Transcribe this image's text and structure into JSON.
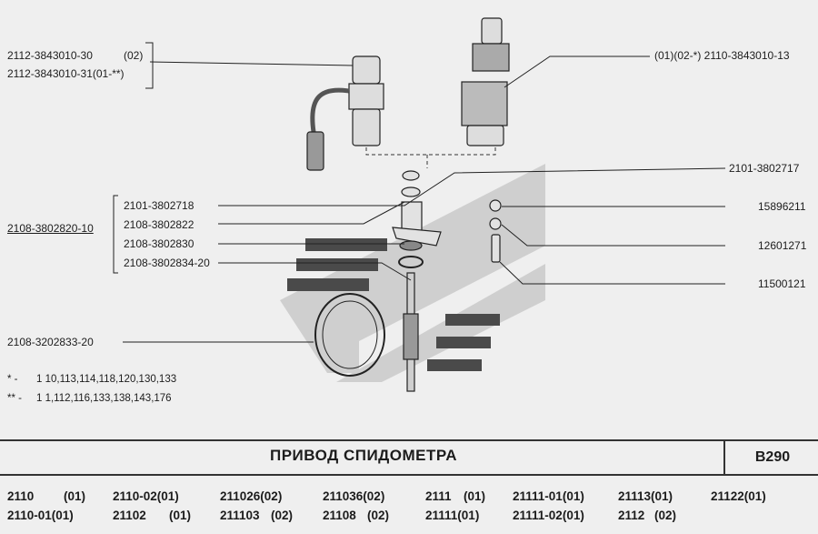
{
  "parts": {
    "sensor_a": "2112-3843010-30",
    "sensor_a_note": "(02)",
    "sensor_b": "2112-3843010-31(01-**)",
    "sensor_c": "(01)(02-*) 2110-3843010-13",
    "group_code": "2108-3802820-10",
    "p1": "2101-3802718",
    "p2": "2108-3802822",
    "p3": "2108-3802830",
    "p4": "2108-3802834-20",
    "cable": "2108-3202833-20",
    "r1": "2101-3802717",
    "r2": "15896211",
    "r3": "12601271",
    "r4": "11500121"
  },
  "notes": {
    "n1_mark": "* -",
    "n1_text": "1 10,113,114,118,120,130,133",
    "n2_mark": "** -",
    "n2_text": "1 1,112,116,133,138,143,176"
  },
  "title": "ПРИВОД  СПИДОМЕТРА",
  "page_code": "B290",
  "models": [
    [
      "2110",
      "(01)"
    ],
    [
      "2110-02(01)",
      ""
    ],
    [
      "211026(02)",
      ""
    ],
    [
      "211036(02)",
      ""
    ],
    [
      "2111",
      "(01)"
    ],
    [
      "21111-01(01)",
      ""
    ],
    [
      "21113(01)",
      ""
    ],
    [
      "21122(01)",
      ""
    ],
    [
      "2110-01(01)",
      ""
    ],
    [
      "21102",
      "(01)"
    ],
    [
      "211103",
      "(02)"
    ],
    [
      "21108",
      "(02)"
    ],
    [
      "21111(01)",
      ""
    ],
    [
      "21111-02(01)",
      ""
    ],
    [
      "2112",
      "(02)"
    ]
  ]
}
